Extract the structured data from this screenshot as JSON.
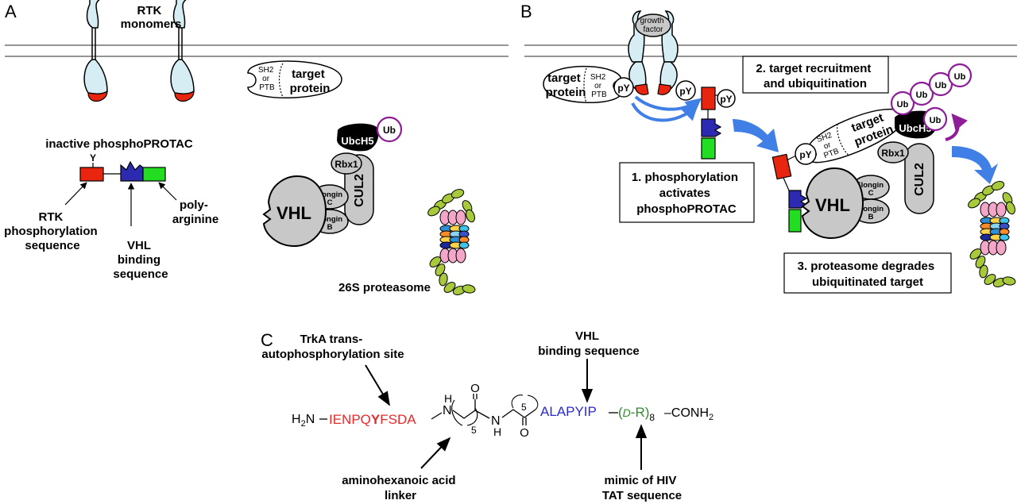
{
  "panels": {
    "a": {
      "letter": "A",
      "rtk_label": [
        "RTK",
        "monomers"
      ],
      "target": {
        "domain": [
          "SH2",
          "or",
          "PTB"
        ],
        "name": [
          "target",
          "protein"
        ]
      },
      "protac_title": "inactive phosphoPROTAC",
      "tyr": "Y",
      "rtk_seq": [
        "RTK",
        "phosphorylation",
        "sequence"
      ],
      "vhl_seq": [
        "VHL",
        "binding",
        "sequence"
      ],
      "polyarg": [
        "poly-",
        "arginine"
      ],
      "vhl": "VHL",
      "elongin_c": [
        "Elongin",
        "C"
      ],
      "elongin_b": [
        "Elongin",
        "B"
      ],
      "cul2": "CUL2",
      "rbx1": "Rbx1",
      "ubch5": "UbcH5",
      "ub": "Ub",
      "proteasome": "26S proteasome"
    },
    "b": {
      "letter": "B",
      "growth_factor": [
        "growth",
        "factor"
      ],
      "target": {
        "name": [
          "target",
          "protein"
        ],
        "domain": [
          "SH2",
          "or",
          "PTB"
        ]
      },
      "py": "pY",
      "step1": [
        "1. phosphorylation",
        "activates",
        "phosphoPROTAC"
      ],
      "step2": [
        "2. target recruitment",
        "and ubiquitination"
      ],
      "step3": [
        "3. proteasome degrades",
        "ubiquitinated target"
      ],
      "vhl": "VHL",
      "elongin_c": [
        "Elongin",
        "C"
      ],
      "elongin_b": [
        "Elongin",
        "B"
      ],
      "cul2": "CUL2",
      "rbx1": "Rbx1",
      "ubch5": "UbcH5",
      "ub": "Ub"
    },
    "c": {
      "letter": "C",
      "trka": [
        "TrkA trans-",
        "autophosphorylation site"
      ],
      "vhl_seq": [
        "VHL",
        "binding sequence"
      ],
      "linker": [
        "aminohexanoic acid",
        "linker"
      ],
      "hiv": [
        "mimic of HIV",
        "TAT sequence"
      ],
      "h2n": "H",
      "h2n_sub": "2",
      "h2n_n": "N",
      "pep_a": "IENPQ",
      "pep_y": "Y",
      "pep_b": "FSDA",
      "nh": "H",
      "n": "N",
      "o": "O",
      "five": "5",
      "vhl_pep": "ALAPYIP",
      "d": "D",
      "r": "-R)",
      "eight": "8",
      "conh": "–CONH",
      "conh_sub": "2"
    }
  },
  "colors": {
    "red": "#e8260f",
    "blue": "#2b2ab0",
    "green": "#22dd22",
    "rtk_fill": "#d6eef3",
    "grey": "#c8c8c8",
    "purple": "#8e1e98",
    "arrow_blue": "#3f7fe6",
    "pep_red": "#e62a2a",
    "pep_blue": "#2a2ad0",
    "pep_green": "#2f8a2f"
  }
}
